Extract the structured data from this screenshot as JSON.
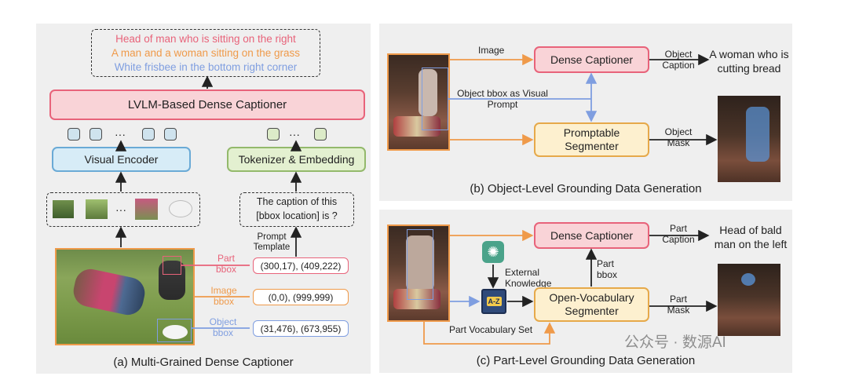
{
  "panel_a": {
    "captions": [
      {
        "text": "Head of man who is sitting on the right",
        "color": "#e8637a"
      },
      {
        "text": "A man and a woman sitting on the grass",
        "color": "#ef9a4a"
      },
      {
        "text": "White frisbee in the bottom right corner",
        "color": "#7f9ee0"
      }
    ],
    "dense_captioner": "LVLM-Based Dense Captioner",
    "token_ellipsis": "···",
    "visual_encoder": "Visual Encoder",
    "tokenizer": "Tokenizer & Embedding",
    "template_text": "The caption of this [bbox location] is ?",
    "prompt_template_label": "Prompt Template",
    "bboxes": [
      {
        "label": "Part bbox",
        "coords": "(300,17), (409,222)",
        "color": "#e8637a"
      },
      {
        "label": "Image bbox",
        "coords": "(0,0), (999,999)",
        "color": "#ef9a4a"
      },
      {
        "label": "Object bbox",
        "coords": "(31,476), (673,955)",
        "color": "#7f9ee0"
      }
    ],
    "title": "(a) Multi-Grained Dense Captioner"
  },
  "panel_b": {
    "image_label": "Image",
    "bbox_prompt_label": "Object bbox as Visual Prompt",
    "dense_captioner": "Dense Captioner",
    "segmenter": "Promptable Segmenter",
    "caption_label": "Object Caption",
    "mask_label": "Object Mask",
    "output_caption": "A woman who is cutting bread",
    "title": "(b) Object-Level Grounding Data Generation"
  },
  "panel_c": {
    "dense_captioner": "Dense Captioner",
    "segmenter": "Open-Vocabulary Segmenter",
    "external_knowledge": "External Knowledge",
    "vocab_label": "Part Vocabulary Set",
    "vocab_icon_text": "A-Z",
    "part_bbox_label": "Part bbox",
    "caption_label": "Part Caption",
    "mask_label": "Part Mask",
    "output_caption": "Head of bald man on the left",
    "title": "(c) Part-Level Grounding Data Generation"
  },
  "watermark": "公众号 · 数源AI",
  "colors": {
    "pink_fill": "#f9d3d7",
    "pink_border": "#e8637a",
    "blue_fill": "#d7ecf7",
    "blue_border": "#6aaad6",
    "green_fill": "#e3f0d0",
    "green_border": "#93b96b",
    "yellow_fill": "#fdf0cf",
    "yellow_border": "#e6a94a",
    "orange": "#ef9a4a",
    "blue_line": "#7f9ee0"
  }
}
